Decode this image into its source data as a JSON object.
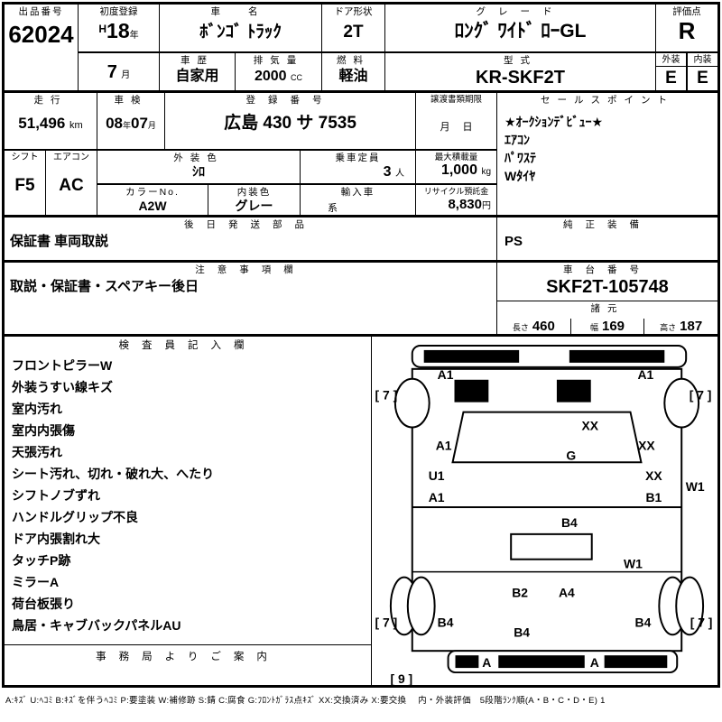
{
  "top": {
    "exhibit_no_label": "出品番号",
    "exhibit_no": "62024",
    "first_reg_label": "初度登録",
    "first_reg_era": "H",
    "first_reg_year": "18",
    "first_reg_year_unit": "年",
    "first_reg_month": "7",
    "first_reg_month_unit": "月",
    "car_name_label": "車 名",
    "car_name": "ﾎﾞﾝｺﾞ ﾄﾗｯｸ",
    "door_label": "ドア形状",
    "door": "2T",
    "grade_label": "グレード",
    "grade": "ﾛﾝｸﾞ ﾜｲﾄﾞ ﾛｰGL",
    "score_label": "評価点",
    "score": "R",
    "history_label": "車歴",
    "history": "自家用",
    "displacement_label": "排気量",
    "displacement": "2000",
    "displacement_unit": "CC",
    "fuel_label": "燃料",
    "fuel": "軽油",
    "model_label": "型式",
    "model": "KR-SKF2T",
    "exterior_label": "外装",
    "exterior_grade": "E",
    "interior_label": "内装",
    "interior_grade": "E"
  },
  "mid": {
    "mileage_label": "走行",
    "mileage": "51,496",
    "mileage_unit": "km",
    "inspection_label": "車検",
    "inspection_year": "08",
    "inspection_year_unit": "年",
    "inspection_month": "07",
    "inspection_month_unit": "月",
    "reg_no_label": "登録番号",
    "reg_no": "広島 430 サ 7535",
    "transfer_label": "譲渡書類期限",
    "transfer_value": "月　 日",
    "sales_label": "セールスポイント",
    "sales_points": [
      "★ｵｰｸｼｮﾝﾃﾞﾋﾞｭｰ★",
      "ｴｱｺﾝ",
      "ﾊﾟﾜｽﾃ",
      "Wﾀｲﾔ"
    ],
    "shift_label": "シフト",
    "shift": "F5",
    "aircon_label": "エアコン",
    "aircon": "AC",
    "ext_color_label": "外装色",
    "ext_color": "ｼﾛ",
    "capacity_label": "乗車定員",
    "capacity": "3",
    "capacity_unit": "人",
    "max_load_label": "最大積載量",
    "max_load": "1,000",
    "max_load_unit": "kg",
    "color_no_label": "カラーNo.",
    "color_no": "A2W",
    "int_color_label": "内装色",
    "int_color": "グレー",
    "int_color_suffix": "系",
    "import_label": "輸入車",
    "recycle_label": "リサイクル預託金",
    "recycle_fee": "8,830",
    "recycle_unit": "円"
  },
  "parts": {
    "later_label": "後日発送部品",
    "later_value": "保証書 車両取説",
    "genuine_label": "純正装備",
    "genuine_value": "PS"
  },
  "caution": {
    "label": "注意事項欄",
    "value": "取説・保証書・スペアキー後日",
    "chassis_label": "車台番号",
    "chassis_no": "SKF2T-105748",
    "spec_label": "諸元",
    "length_label": "長さ",
    "length": "460",
    "width_label": "幅",
    "width": "169",
    "height_label": "高さ",
    "height": "187"
  },
  "inspector": {
    "label": "検査員記入欄",
    "items": [
      "フロントピラーW",
      "外装うすい線キズ",
      "室内汚れ",
      "室内内張傷",
      "天張汚れ",
      "シート汚れ、切れ・破れ大、へたり",
      "シフトノブずれ",
      "ハンドルグリップ不良",
      "ドア内張割れ大",
      "タッチP跡",
      "ミラーA",
      "荷台板張り",
      "鳥居・キャブバックパネルAU"
    ],
    "office_label": "事務局よりご案内"
  },
  "diagram": {
    "markers": [
      "A1",
      "A1",
      "[ 7 ]",
      "[ 7 ]",
      "XX",
      "A1",
      "XX",
      "G",
      "U1",
      "XX",
      "A1",
      "B1",
      "W1",
      "B4",
      "W1",
      "B2",
      "A4",
      "[ 7 ]",
      "[ 7 ]",
      "B4",
      "B4",
      "B4",
      "A",
      "A",
      "[ 9 ]"
    ]
  },
  "legend": "A:ｷｽﾞ U:ﾍｺﾐ B:ｷｽﾞを伴うﾍｺﾐ P:要塗装 W:補修跡 S:錆 C:腐食 G:ﾌﾛﾝﾄｶﾞﾗｽ点ｷｽﾞ XX:交換済み X:要交換　 内・外装評価　5段階ﾗﾝｸ順(A・B・C・D・E) 1"
}
